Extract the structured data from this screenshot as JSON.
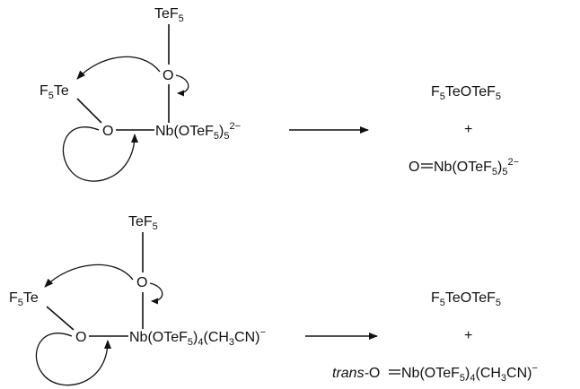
{
  "scheme": {
    "colors": {
      "ink": "#111111",
      "background": "#ffffff"
    },
    "reaction1": {
      "top_group": {
        "a": "TeF",
        "b": "5"
      },
      "left_group": {
        "a": "F",
        "b": "5",
        "c": "Te"
      },
      "o_upper": "O",
      "o_lower": "O",
      "nb_complex": {
        "a": "Nb(OTeF",
        "b": "5",
        "c": ")",
        "d": "5",
        "e": "2−"
      },
      "product1": {
        "a": "F",
        "b": "5",
        "c": "TeOTeF",
        "d": "5"
      },
      "plus": "+",
      "product2": {
        "a": "O",
        "b": "Nb(OTeF",
        "c": "5",
        "d": ")",
        "e": "5",
        "f": "2−"
      }
    },
    "reaction2": {
      "top_group": {
        "a": "TeF",
        "b": "5"
      },
      "left_group": {
        "a": "F",
        "b": "5",
        "c": "Te"
      },
      "o_upper": "O",
      "o_lower": "O",
      "nb_complex": {
        "a": "Nb(OTeF",
        "b": "5",
        "c": ")",
        "d": "4",
        "e": "(CH",
        "f": "3",
        "g": "CN)",
        "h": "−"
      },
      "product1": {
        "a": "F",
        "b": "5",
        "c": "TeOTeF",
        "d": "5"
      },
      "plus": "+",
      "product2": {
        "prefix": "trans-",
        "a": "O",
        "b": "Nb(OTeF",
        "c": "5",
        "d": ")",
        "e": "4",
        "f": "(CH",
        "g": "3",
        "h": "CN)",
        "i": "−"
      }
    }
  }
}
